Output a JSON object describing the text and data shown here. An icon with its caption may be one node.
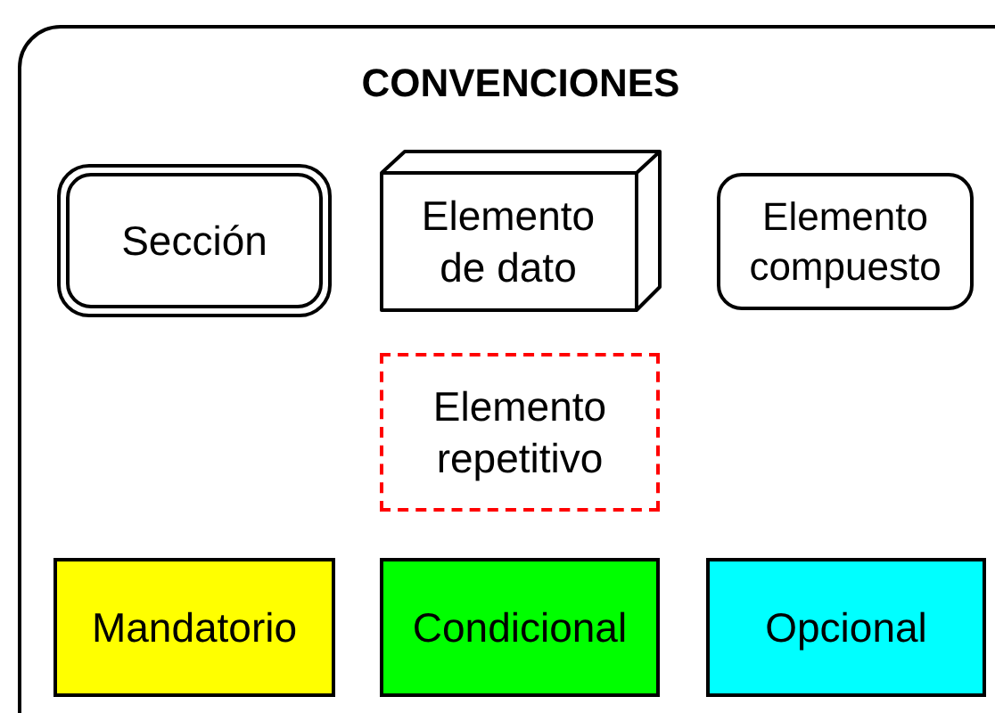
{
  "diagram": {
    "nodes": [
      {
        "text": [
          "CONVENCIONES"
        ]
      },
      {
        "text": [
          "Sección"
        ],
        "in": 0
      },
      {
        "text": [
          "Elemento de dato"
        ],
        "in": 0
      },
      {
        "text": [
          "Elemento compuesto"
        ],
        "in": 0
      },
      {
        "text": [
          "Elemento repetitivo"
        ],
        "in": 0
      },
      {
        "text": [
          "Mandatorio"
        ],
        "in": 0
      },
      {
        "text": [
          "Condicional"
        ],
        "in": 0
      },
      {
        "text": [
          "Opcional"
        ],
        "in": 0
      }
    ]
  }
}
